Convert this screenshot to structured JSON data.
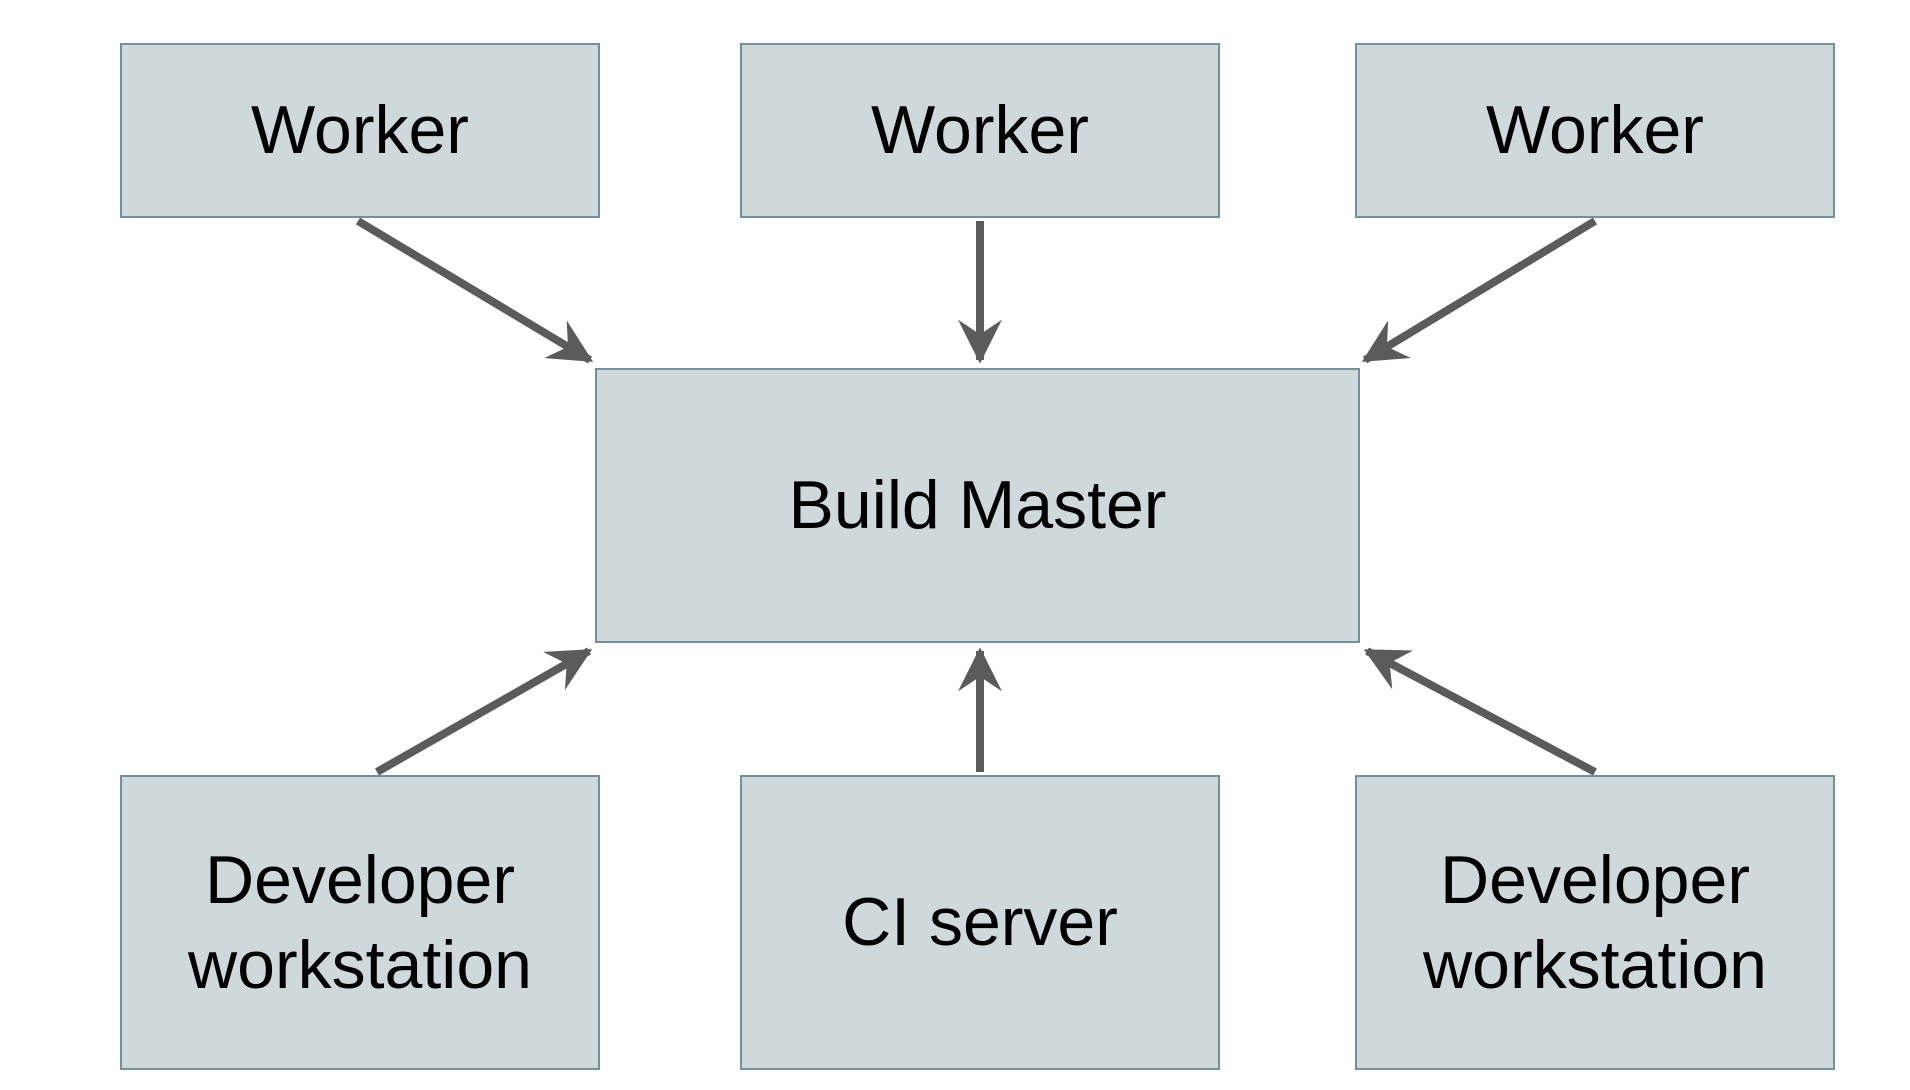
{
  "diagram": {
    "colors": {
      "background": "#ffffff",
      "box_fill": "#cfd9dc",
      "box_border": "#74909b",
      "arrow": "#5b5b5b",
      "text": "#000000"
    },
    "nodes": [
      {
        "id": "worker-1",
        "label": "Worker"
      },
      {
        "id": "worker-2",
        "label": "Worker"
      },
      {
        "id": "worker-3",
        "label": "Worker"
      },
      {
        "id": "build-master",
        "label": "Build Master"
      },
      {
        "id": "developer-workstation-1",
        "label": "Developer workstation"
      },
      {
        "id": "ci-server",
        "label": "CI server"
      },
      {
        "id": "developer-workstation-2",
        "label": "Developer workstation"
      }
    ],
    "edges": [
      {
        "from": "worker-1",
        "to": "build-master"
      },
      {
        "from": "worker-2",
        "to": "build-master"
      },
      {
        "from": "worker-3",
        "to": "build-master"
      },
      {
        "from": "developer-workstation-1",
        "to": "build-master"
      },
      {
        "from": "ci-server",
        "to": "build-master"
      },
      {
        "from": "developer-workstation-2",
        "to": "build-master"
      }
    ]
  }
}
